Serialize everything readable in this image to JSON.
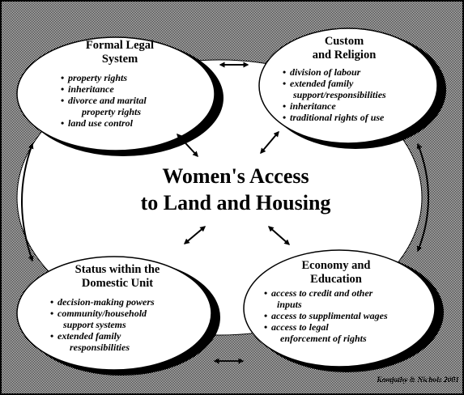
{
  "center": {
    "line1": "Women's Access",
    "line2": "to Land and Housing"
  },
  "nodes": {
    "formal_legal": {
      "title_line1": "Formal Legal",
      "title_line2": "System",
      "items": [
        "property rights",
        "inheritance",
        "divorce and marital",
        "property rights",
        "land use control"
      ]
    },
    "custom_religion": {
      "title_line1": "Custom",
      "title_line2": "and Religion",
      "items": [
        "division of labour",
        "extended family",
        "support/responsibilities",
        "inheritance",
        "traditional rights of use"
      ]
    },
    "domestic_unit": {
      "title_line1": "Status within the",
      "title_line2": "Domestic Unit",
      "items": [
        "decision-making powers",
        "community/household",
        "support systems",
        "extended family",
        "responsibilities"
      ]
    },
    "economy_education": {
      "title_line1": "Economy and",
      "title_line2": "Education",
      "items": [
        "access to credit and other",
        "inputs",
        "access to supplimental wages",
        "access to legal",
        "enforcement of rights"
      ]
    }
  },
  "credit": "Komjathy & Nichols 2001",
  "colors": {
    "ink": "#000000",
    "paper": "#ffffff",
    "stipple": "#808080"
  }
}
